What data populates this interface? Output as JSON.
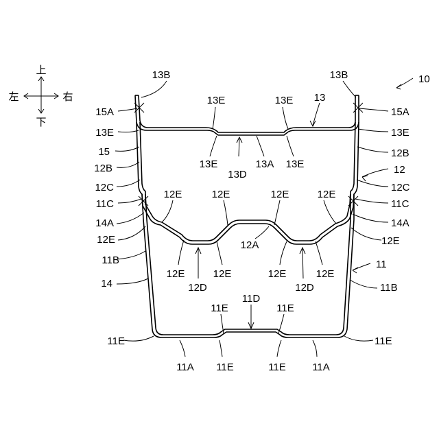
{
  "directions": {
    "up": "上",
    "down": "下",
    "left": "左",
    "right": "右"
  },
  "ref_labels": {
    "r10": "10",
    "r11": "11",
    "r11A_left": "11A",
    "r11A_right": "11A",
    "r11B_left": "11B",
    "r11B_right": "11B",
    "r11C_left": "11C",
    "r11C_right": "11C",
    "r11D": "11D",
    "r11E_bl": "11E",
    "r11E_br": "11E",
    "r11E_t1": "11E",
    "r11E_t2": "11E",
    "r11E_b1": "11E",
    "r11E_b2": "11E",
    "r12": "12",
    "r12A": "12A",
    "r12B_left": "12B",
    "r12B_right": "12B",
    "r12C_left": "12C",
    "r12C_right": "12C",
    "r12D_left": "12D",
    "r12D_right": "12D",
    "r12E_t1": "12E",
    "r12E_t2": "12E",
    "r12E_t3": "12E",
    "r12E_t4": "12E",
    "r12E_ml": "12E",
    "r12E_mr": "12E",
    "r12E_b1": "12E",
    "r12E_b2": "12E",
    "r12E_b3": "12E",
    "r12E_b4": "12E",
    "r13": "13",
    "r13A": "13A",
    "r13B_left": "13B",
    "r13B_right": "13B",
    "r13D": "13D",
    "r13E_t1": "13E",
    "r13E_t2": "13E",
    "r13E_b1": "13E",
    "r13E_b2": "13E",
    "r13E_left": "13E",
    "r13E_right": "13E",
    "r14": "14",
    "r14A_left": "14A",
    "r14A_right": "14A",
    "r15": "15",
    "r15A_left": "15A",
    "r15A_right": "15A"
  }
}
